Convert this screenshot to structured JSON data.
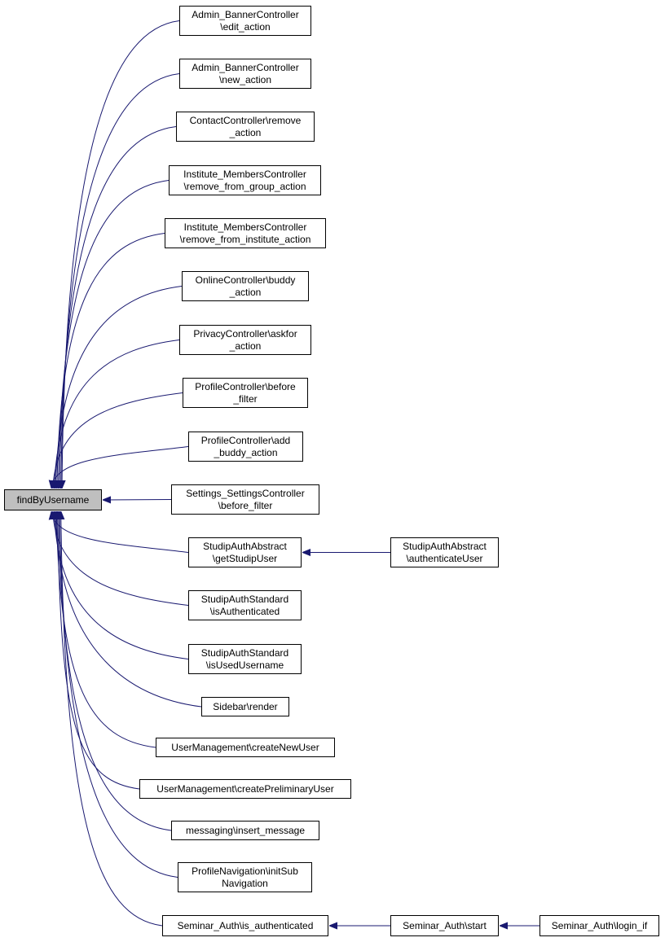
{
  "graph": {
    "root": {
      "id": "root",
      "label": "findByUsername",
      "fill": "#bfbfbf"
    },
    "callers": [
      {
        "id": "n1",
        "label": "Admin_BannerController\n\\edit_action"
      },
      {
        "id": "n2",
        "label": "Admin_BannerController\n\\new_action"
      },
      {
        "id": "n3",
        "label": "ContactController\\remove\n_action"
      },
      {
        "id": "n4",
        "label": "Institute_MembersController\n\\remove_from_group_action"
      },
      {
        "id": "n5",
        "label": "Institute_MembersController\n\\remove_from_institute_action"
      },
      {
        "id": "n6",
        "label": "OnlineController\\buddy\n_action"
      },
      {
        "id": "n7",
        "label": "PrivacyController\\askfor\n_action"
      },
      {
        "id": "n8",
        "label": "ProfileController\\before\n_filter"
      },
      {
        "id": "n9",
        "label": "ProfileController\\add\n_buddy_action"
      },
      {
        "id": "n10",
        "label": "Settings_SettingsController\n\\before_filter"
      },
      {
        "id": "n11",
        "label": "StudipAuthAbstract\n\\getStudipUser"
      },
      {
        "id": "n12",
        "label": "StudipAuthStandard\n\\isAuthenticated"
      },
      {
        "id": "n13",
        "label": "StudipAuthStandard\n\\isUsedUsername"
      },
      {
        "id": "n14",
        "label": "Sidebar\\render"
      },
      {
        "id": "n15",
        "label": "UserManagement\\createNewUser"
      },
      {
        "id": "n16",
        "label": "UserManagement\\createPreliminaryUser"
      },
      {
        "id": "n17",
        "label": "messaging\\insert_message"
      },
      {
        "id": "n18",
        "label": "ProfileNavigation\\initSub\nNavigation"
      },
      {
        "id": "n19",
        "label": "Seminar_Auth\\is_authenticated"
      }
    ],
    "secondary": [
      {
        "id": "s1",
        "label": "StudipAuthAbstract\n\\authenticateUser",
        "calls": "n11"
      },
      {
        "id": "s2",
        "label": "Seminar_Auth\\start",
        "calls": "n19"
      },
      {
        "id": "s3",
        "label": "Seminar_Auth\\login_if",
        "calls": "s2"
      }
    ],
    "edge_color": "#191970"
  }
}
